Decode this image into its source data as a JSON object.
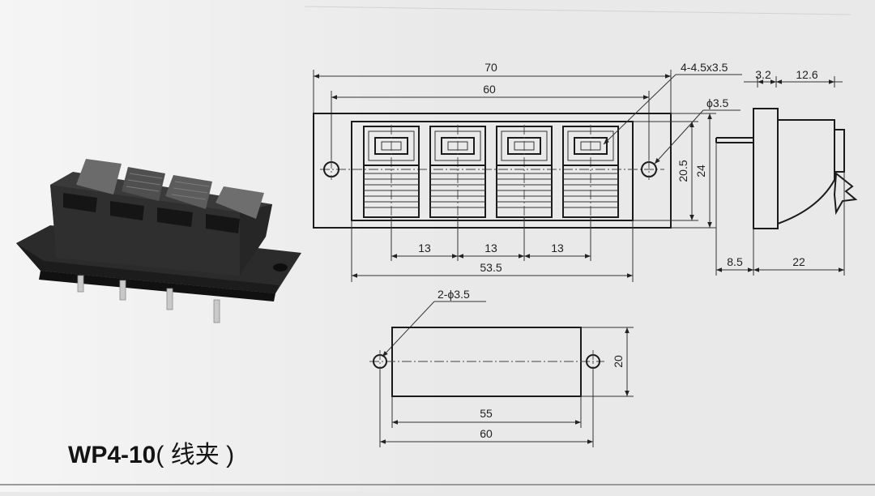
{
  "title": {
    "model": "WP4-10",
    "paren_open": "(",
    "chinese": "线夹",
    "paren_close": ")"
  },
  "front_view": {
    "overall_width": "70",
    "hole_spacing": "60",
    "slot_callout": "4-4.5x3.5",
    "hole_callout": "ϕ3.5",
    "inner_height": "20.5",
    "outer_height": "24",
    "pitch_1": "13",
    "pitch_2": "13",
    "pitch_3": "13",
    "body_width": "53.5"
  },
  "side_view": {
    "top_left": "3.2",
    "top_right": "12.6",
    "bottom_left": "8.5",
    "bottom_right": "22"
  },
  "cutout_view": {
    "hole_callout": "2-ϕ3.5",
    "height": "20",
    "cutout_width": "55",
    "hole_spacing": "60"
  },
  "colors": {
    "paper": "#e9e9ea",
    "ink": "#1b1b1b",
    "body": "#2e2e2e",
    "lever": "#5a5a5a"
  }
}
